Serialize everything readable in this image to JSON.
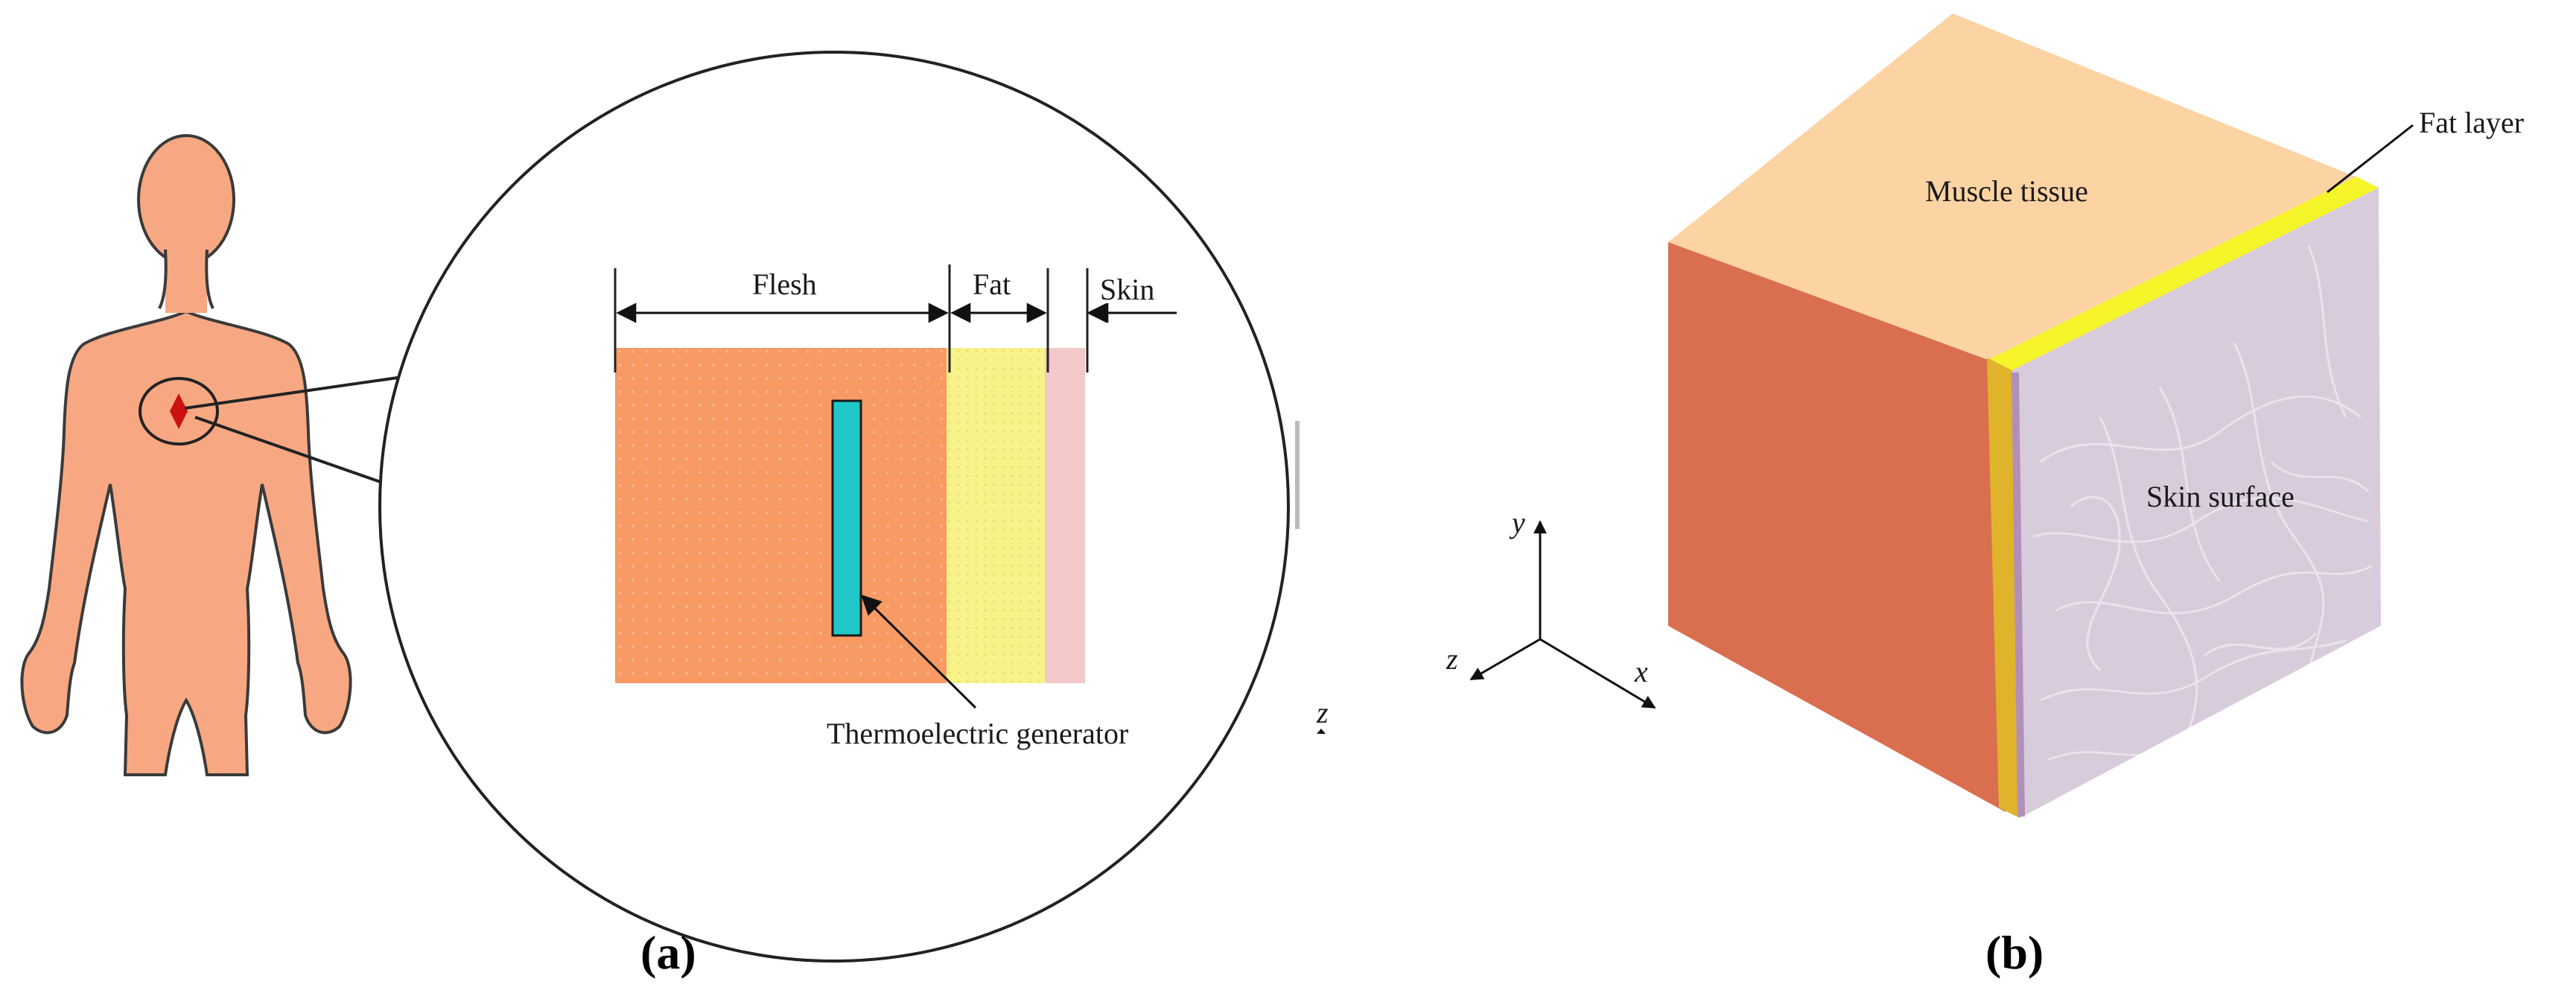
{
  "panel_a": {
    "caption": "(a)",
    "labels": {
      "flesh": "Flesh",
      "fat": "Fat",
      "skin": "Skin",
      "teg": "Thermoelectric generator",
      "stray_axis": "z"
    },
    "colors": {
      "body": "#f7a882",
      "body_outline": "#3a3a3a",
      "flesh": "#f79a64",
      "fat": "#f7f28a",
      "skin": "#f2c8c8",
      "teg": "#20c8c8",
      "marker": "#cc1111"
    }
  },
  "panel_b": {
    "caption": "(b)",
    "labels": {
      "muscle": "Muscle tissue",
      "fat_layer": "Fat layer",
      "skin_surface": "Skin surface"
    },
    "axes": {
      "x": "x",
      "y": "y",
      "z": "z"
    },
    "colors": {
      "top_face": "#fcd3a3",
      "left_face": "#d96f4f",
      "fat_strip": "#f5f52a",
      "fat_side": "#e0b42a",
      "skin_face": "#d8ccdc",
      "skin_edge": "#b090b8"
    }
  }
}
